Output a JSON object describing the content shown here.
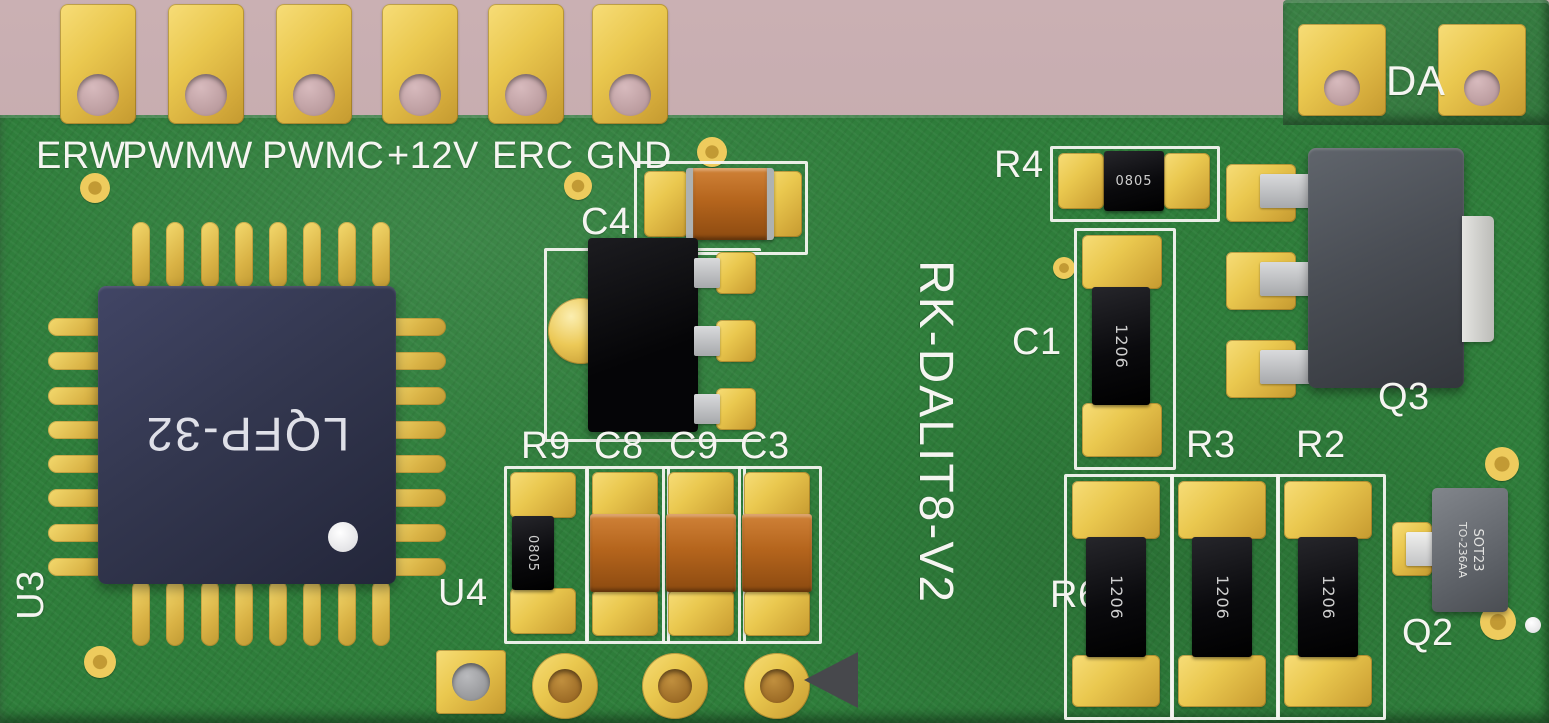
{
  "colors": {
    "background_pink": "#c3a7aa",
    "board_green": "#2e7d3a",
    "pad_gold": "#e9c44f",
    "silkscreen_white": "#f5f5f1",
    "smd_black": "#0d0d10",
    "capacitor_orange": "#b5651d",
    "ic_body_navy": "#33374f",
    "mosfet_grey": "#4a4e55"
  },
  "connector": {
    "labels": [
      "ERW",
      "PWMW",
      "PWMC",
      "+12V",
      "ERC",
      "GND"
    ]
  },
  "da": {
    "label": "DA"
  },
  "board": {
    "name": "RK-DALIT8-V2"
  },
  "ic": {
    "ref": "U3",
    "marking": "LQFP-32"
  },
  "regulator": {
    "ref": "U4"
  },
  "designators": {
    "c4": "C4",
    "r9": "R9",
    "c8": "C8",
    "c9": "C9",
    "c3": "C3",
    "r4": "R4",
    "c1": "C1",
    "r3": "R3",
    "r2": "R2",
    "r6": "R6",
    "q3": "Q3",
    "q2": "Q2"
  },
  "markings": {
    "smd_0805": "0805",
    "smd_1206": "1206",
    "q2_line1": "SOT23",
    "q2_line2": "TO-236AA"
  }
}
